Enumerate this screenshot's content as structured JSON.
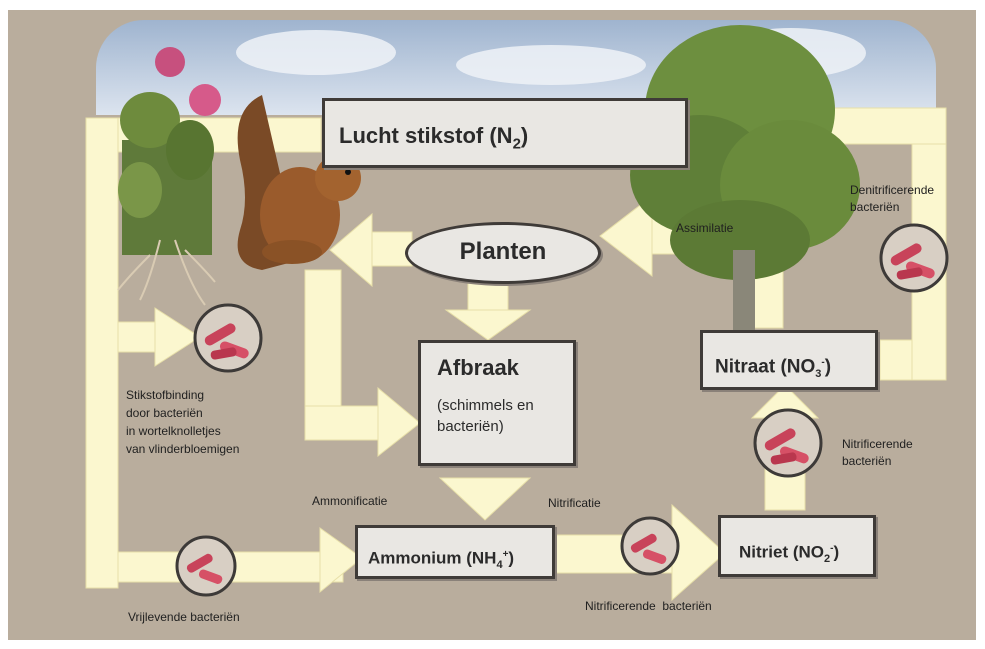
{
  "nodes": {
    "lucht": {
      "text": "Lucht stikstof (N",
      "sub": "2",
      "close": ")"
    },
    "planten": {
      "text": "Planten"
    },
    "afbraak": {
      "title": "Afbraak",
      "line1": "(schimmels en",
      "line2": "bacteriën)"
    },
    "ammonium": {
      "text": "Ammonium (NH",
      "sub": "4",
      "sup": "+",
      "close": ")"
    },
    "nitriet": {
      "text": "Nitriet (NO",
      "sub": "2",
      "sup": "-",
      "close": ")"
    },
    "nitraat": {
      "text": "Nitraat (NO",
      "sub": "3",
      "sup": "-",
      "close": ")"
    }
  },
  "labels": {
    "assimilatie": "Assimilatie",
    "denitrificerende": [
      "Denitrificerende",
      "bacteriën"
    ],
    "stikstofbinding": [
      "Stikstofbinding",
      "door bacteriën",
      "in wortelknolletjes",
      "van vlinderbloemigen"
    ],
    "ammonificatie": "Ammonificatie",
    "nitrificatie": "Nitrificatie",
    "nitrificerende_right": [
      "Nitrificerende",
      "bacteriën"
    ],
    "nitrificerende_bottom": "Nitrificerende  bacteriën",
    "vrijlevende": "Vrijlevende bacteriën"
  },
  "colors": {
    "board": "#b9ad9d",
    "arrow": "#fbf7cf",
    "box": "#e9e7e3",
    "bacteria": "#c8435a"
  },
  "icons": [
    "clover-plant-icon",
    "squirrel-icon",
    "tree-icon",
    "bacteria-icon"
  ]
}
